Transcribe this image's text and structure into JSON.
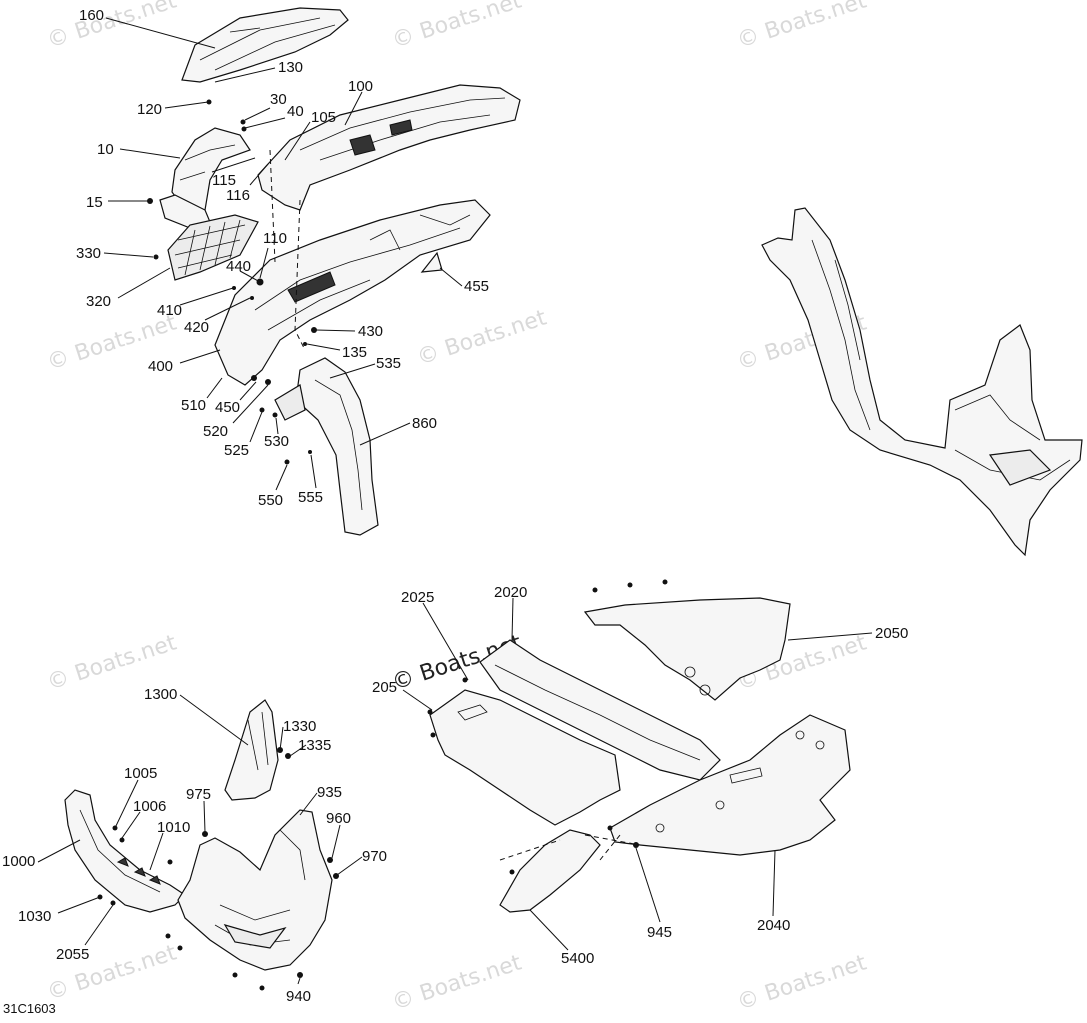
{
  "watermark": "© Boats.net",
  "diagram_code": "31C1603",
  "callouts": {
    "c160": "160",
    "c130": "130",
    "c120": "120",
    "c30": "30",
    "c40": "40",
    "c100": "100",
    "c105": "105",
    "c10": "10",
    "c115": "115",
    "c116": "116",
    "c15": "15",
    "c110": "110",
    "c330": "330",
    "c440": "440",
    "c455": "455",
    "c320": "320",
    "c410": "410",
    "c420": "420",
    "c430": "430",
    "c135": "135",
    "c400": "400",
    "c535": "535",
    "c510": "510",
    "c450": "450",
    "c860": "860",
    "c520": "520",
    "c530": "530",
    "c525": "525",
    "c550": "550",
    "c555": "555",
    "c2025": "2025",
    "c2020": "2020",
    "c2050": "2050",
    "c205": "205",
    "c1300": "1300",
    "c1330": "1330",
    "c1335": "1335",
    "c1005": "1005",
    "c935": "935",
    "c975": "975",
    "c1006": "1006",
    "c960": "960",
    "c1010": "1010",
    "c1000": "1000",
    "c970": "970",
    "c1030": "1030",
    "c2055": "2055",
    "c945": "945",
    "c2040": "2040",
    "c5400": "5400",
    "c940": "940"
  }
}
